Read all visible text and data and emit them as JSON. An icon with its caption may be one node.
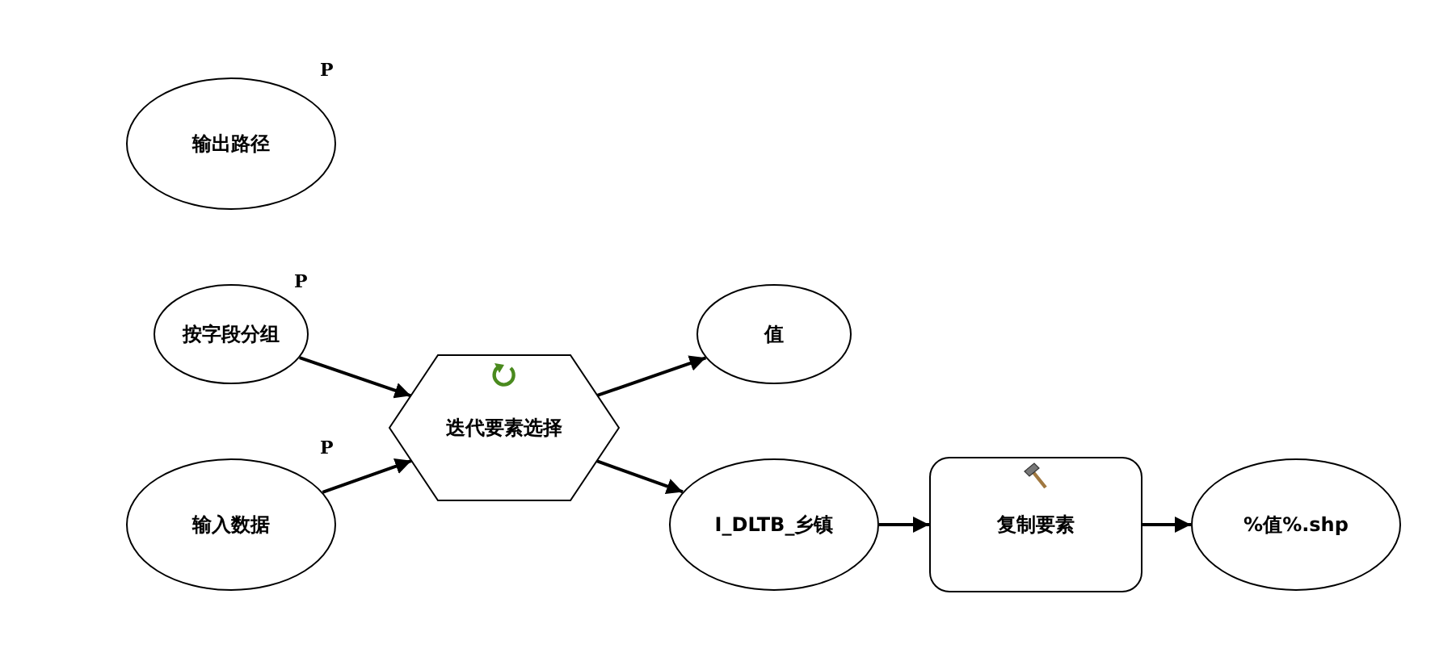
{
  "diagram": {
    "nodes": [
      {
        "text": [
          "输出路径"
        ],
        "beside": [
          "P"
        ]
      },
      {
        "text": [
          "按字段分组"
        ],
        "beside": [
          "P"
        ]
      },
      {
        "text": [
          "输入数据"
        ],
        "beside": [
          "P"
        ]
      },
      {
        "text": [
          "迭代要素选择"
        ]
      },
      {
        "text": [
          "值"
        ]
      },
      {
        "text": [
          "I_DLTB_乡镇"
        ]
      },
      {
        "text": [
          "复制要素"
        ]
      },
      {
        "text": [
          "%值%.shp"
        ]
      }
    ],
    "edges": [
      {
        "from": 1,
        "to": 3,
        "arrow": "to"
      },
      {
        "from": 2,
        "to": 3,
        "arrow": "to"
      },
      {
        "from": 3,
        "to": 4,
        "arrow": "to"
      },
      {
        "from": 3,
        "to": 5,
        "arrow": "to"
      },
      {
        "from": 5,
        "to": 6,
        "arrow": "to"
      },
      {
        "from": 6,
        "to": 7,
        "arrow": "to"
      }
    ]
  }
}
